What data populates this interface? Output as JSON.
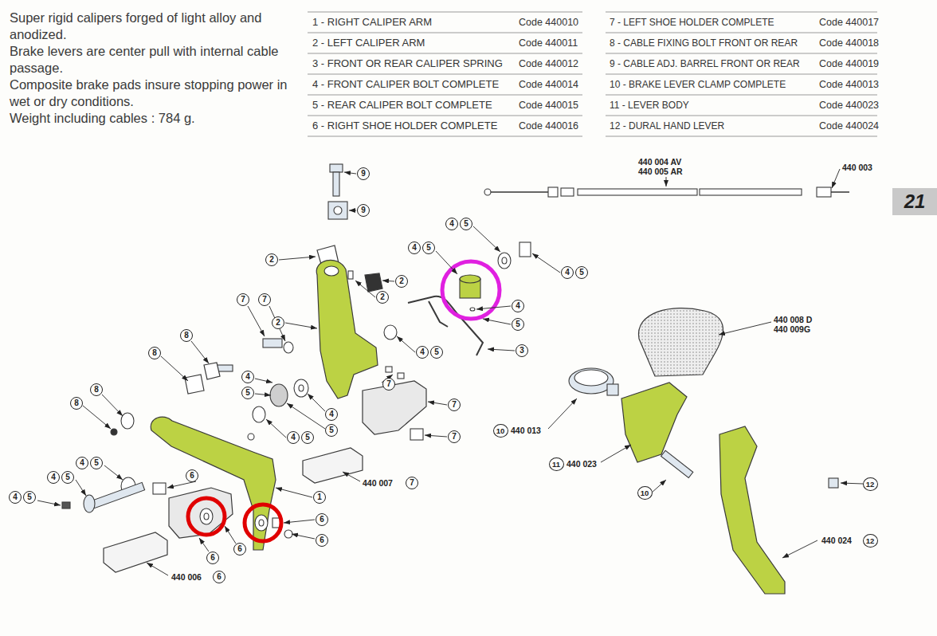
{
  "diagram": {
    "nodes": [
      {
        "text": [
          "21"
        ]
      }
    ],
    "labels": [
      "Super rigid calipers forged of light alloy and anodized.",
      "Brake levers are center pull with internal cable passage.",
      "Composite brake pads insure stopping power in wet or dry conditions.",
      "Weight including cables : 784 g.",
      "1 - RIGHT CALIPER ARM",
      "Code 440010",
      "2 - LEFT CALIPER ARM",
      "Code 440011",
      "3 - FRONT OR REAR CALIPER SPRING",
      "Code 440012",
      "4 - FRONT CALIPER BOLT COMPLETE",
      "Code 440014",
      "5 - REAR CALIPER BOLT COMPLETE",
      "Code 440015",
      "6 - RIGHT SHOE HOLDER COMPLETE",
      "Code 440016",
      "7 - LEFT SHOE HOLDER COMPLETE",
      "Code 440017",
      "8 - CABLE FIXING BOLT FRONT OR REAR",
      "Code 440018",
      "9 - CABLE ADJ. BARREL FRONT OR REAR",
      "Code 440019",
      "10 - BRAKE LEVER CLAMP COMPLETE",
      "Code 440013",
      "11 - LEVER BODY",
      "Code 440023",
      "12 - DURAL HAND LEVER",
      "Code 440024",
      "440 004 AV",
      "440 005 AR",
      "440 003",
      "440 008 D",
      "440 009G",
      "440 013",
      "440 023",
      "440 007",
      "440 006",
      "440 024",
      "9",
      "9",
      "2",
      "2",
      "2",
      "2",
      "4",
      "5",
      "4",
      "5",
      "4",
      "5",
      "4",
      "5",
      "3",
      "4",
      "5",
      "7",
      "7",
      "7",
      "7",
      "7",
      "8",
      "8",
      "8",
      "8",
      "4",
      "5",
      "4",
      "5",
      "4",
      "5",
      "4",
      "5",
      "4",
      "5",
      "4",
      "5",
      "6",
      "1",
      "6",
      "6",
      "6",
      "6",
      "6",
      "7",
      "10",
      "11",
      "10",
      "12",
      "12"
    ]
  }
}
